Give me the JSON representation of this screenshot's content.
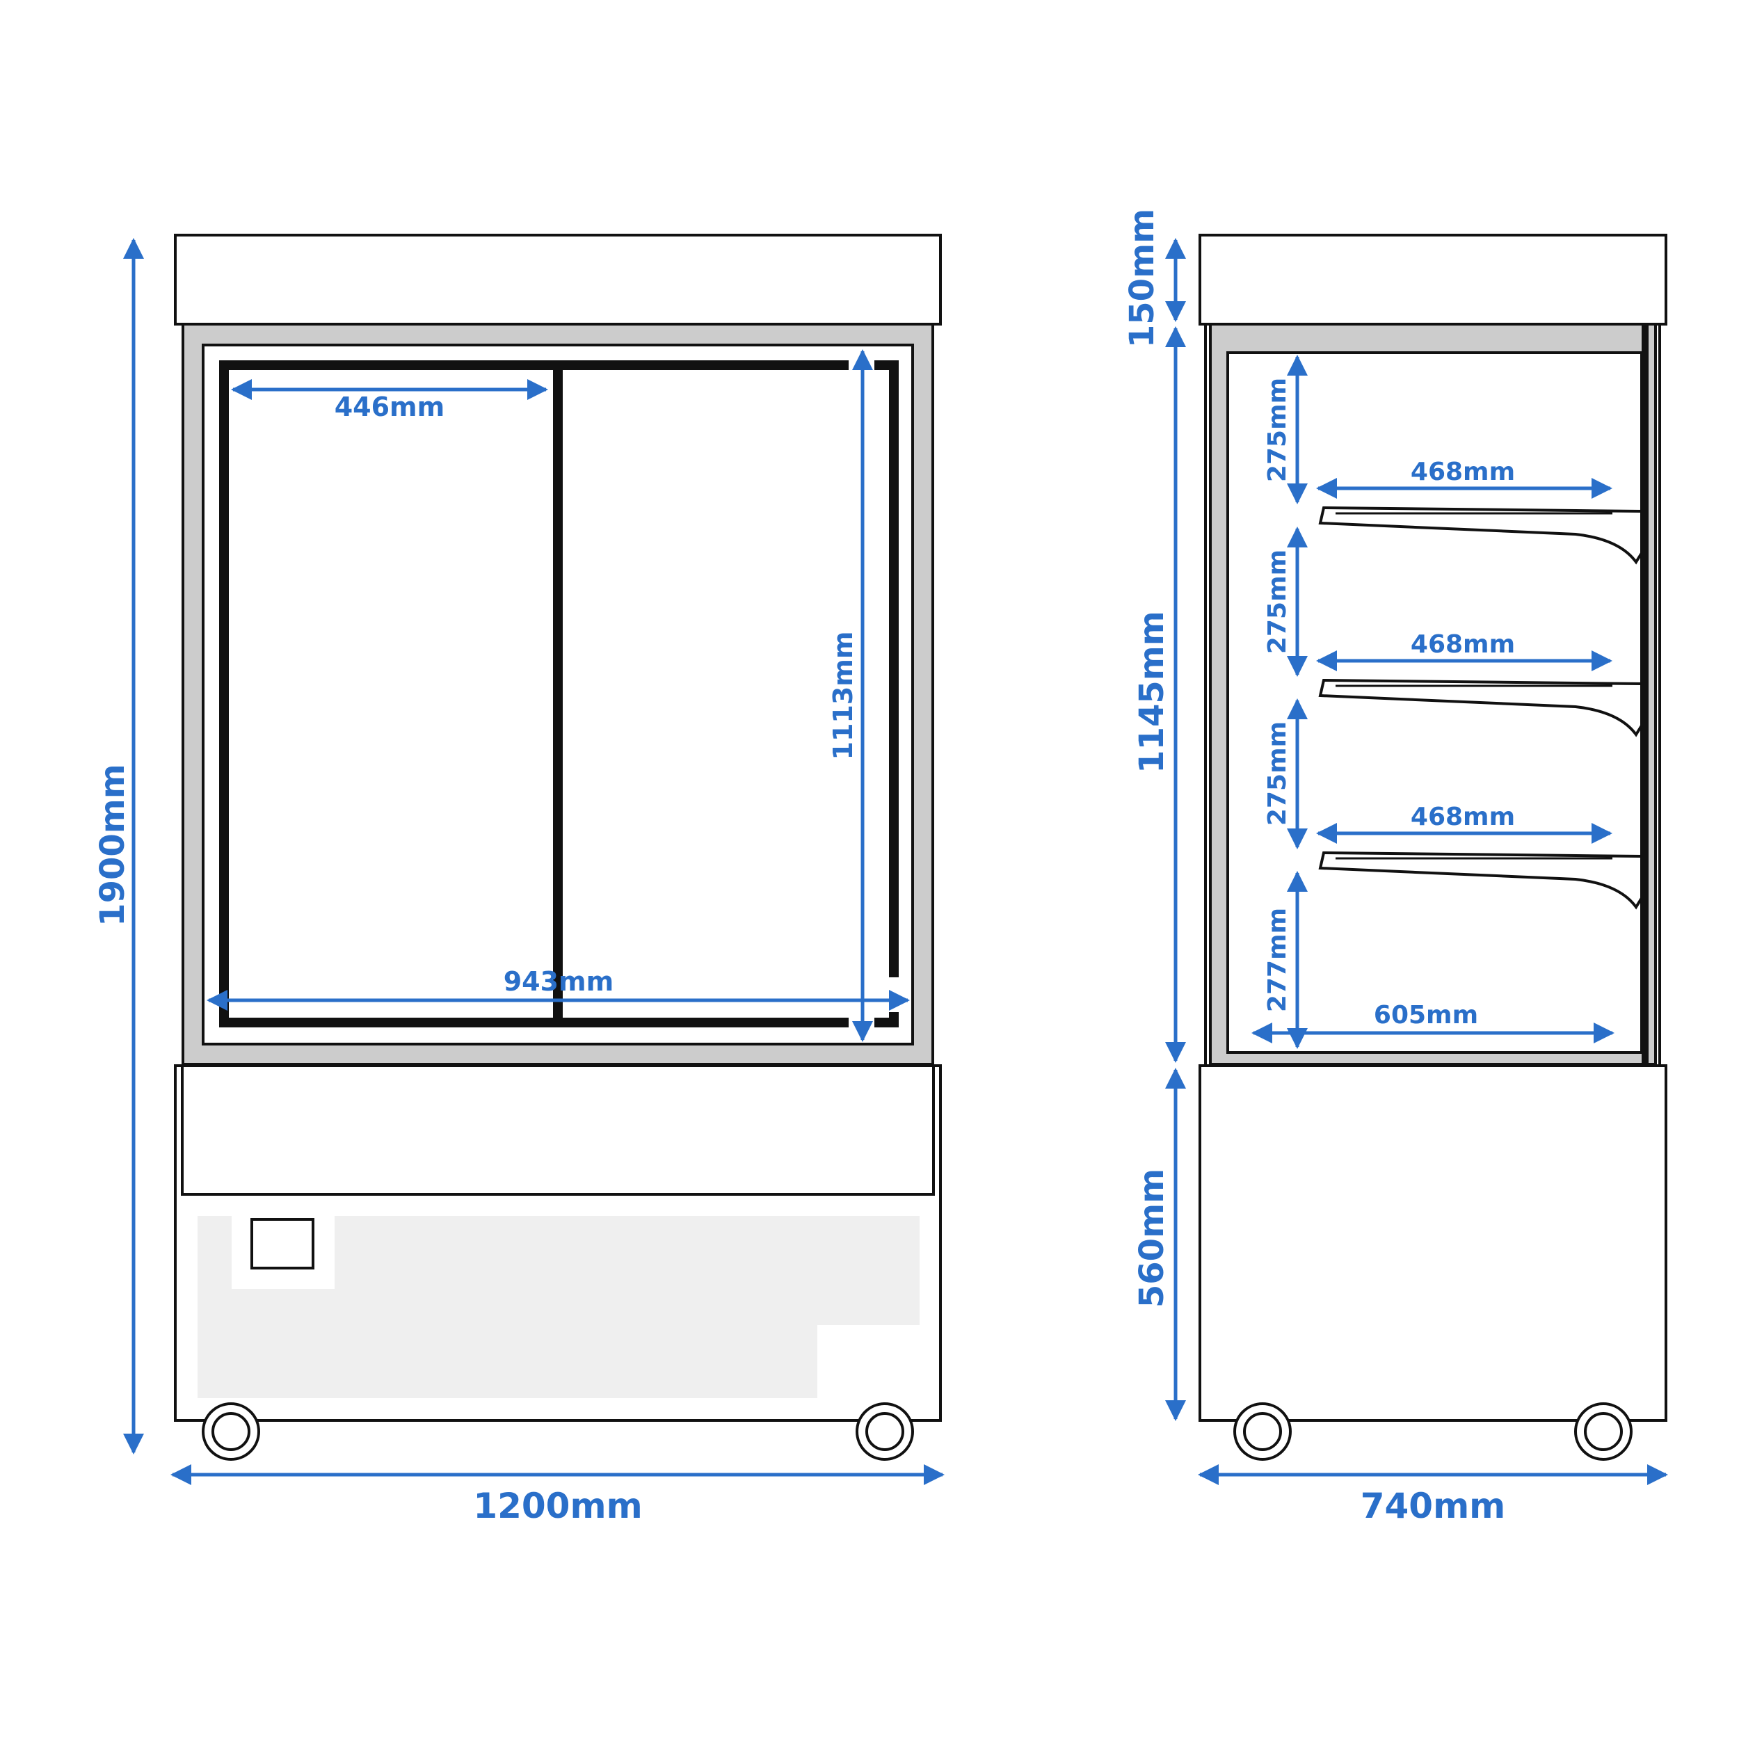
{
  "colors": {
    "dimension": "#2a6fc9",
    "outline": "#111111",
    "frame_gray": "#cccccc",
    "panel_light": "#efefef"
  },
  "front_view": {
    "height_label": "1900mm",
    "width_label": "1200mm",
    "door_width_label": "446mm",
    "inner_width_label": "943mm",
    "inner_height_label": "1113mm"
  },
  "side_view": {
    "top_height_label": "150mm",
    "display_height_label": "1145mm",
    "base_height_label": "560mm",
    "depth_label": "740mm",
    "shelf_spacing_labels": [
      "275mm",
      "275mm",
      "275mm",
      "277mm"
    ],
    "shelf_depth_labels": [
      "468mm",
      "468mm",
      "468mm"
    ],
    "bottom_depth_label": "605mm"
  }
}
